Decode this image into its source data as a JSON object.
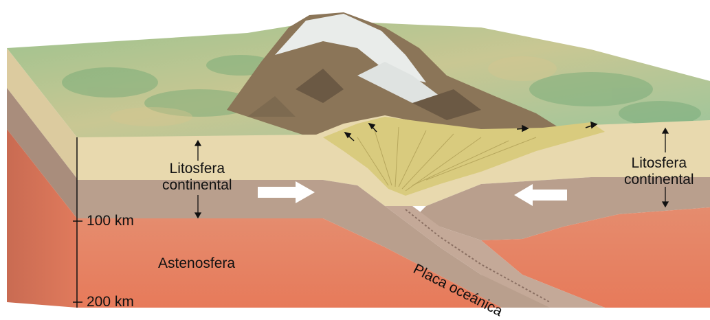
{
  "labels": {
    "left_lithosphere": [
      "Litosfera",
      "continental"
    ],
    "right_lithosphere": [
      "Litosfera",
      "continental"
    ],
    "depth_100": "100 km",
    "depth_200": "200 km",
    "asthenosphere": "Astenosfera",
    "oceanic_plate": "Placa oceánica"
  },
  "colors": {
    "surface_green": "#8fb98a",
    "surface_tan": "#d8cf9c",
    "crust": "#e6d8ad",
    "lithosphere_mantle": "#b89c8a",
    "asthenosphere": "#e88768",
    "asthenosphere_dark": "#c96b52",
    "snow": "#e8eceb",
    "rock": "#6b5c4a",
    "fold_yellow": "#d9cb7e"
  }
}
